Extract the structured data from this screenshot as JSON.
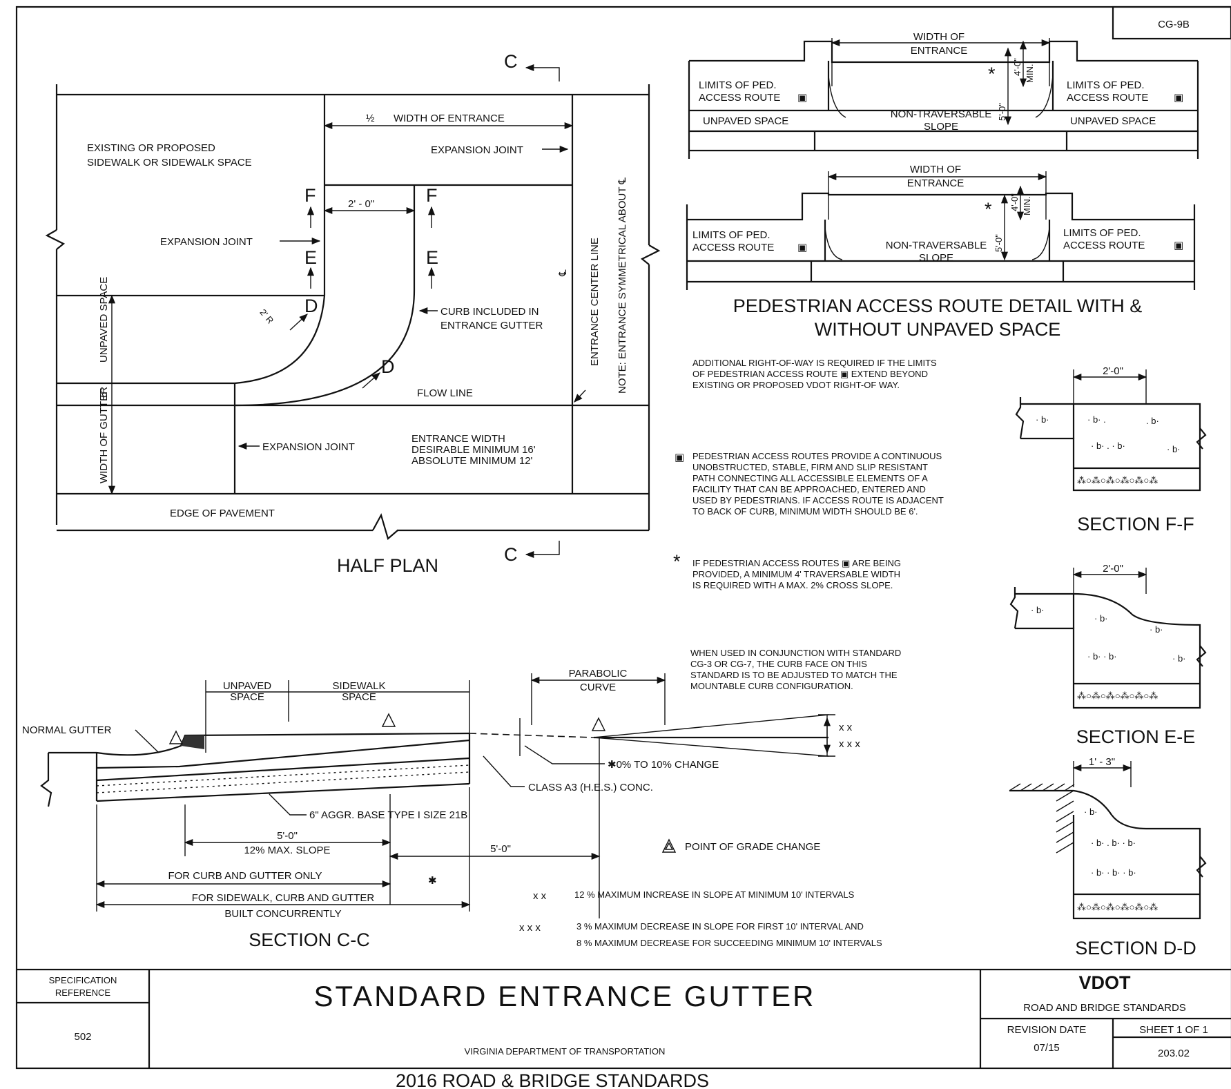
{
  "sheet_code": "CG-9B",
  "half_plan": {
    "title": "HALF PLAN",
    "half_width_label": "½ WIDTH OF ENTRANCE",
    "half_prefix": "½",
    "half_width_text": "WIDTH OF ENTRANCE",
    "existing_sidewalk_1": "EXISTING OR PROPOSED",
    "existing_sidewalk_2": "SIDEWALK OR SIDEWALK SPACE",
    "expansion_joint_top": "EXPANSION JOINT",
    "expansion_joint_mid": "EXPANSION JOINT",
    "expansion_joint_bottom": "EXPANSION JOINT",
    "dim_2ft": "2' - 0\"",
    "radius_label": "2' R",
    "curb_included_1": "CURB INCLUDED IN",
    "curb_included_2": "ENTRANCE GUTTER",
    "flow_line": "FLOW LINE",
    "unpaved_space": "UNPAVED SPACE",
    "six_inch": "6\"",
    "width_of_gutter": "WIDTH OF GUTTER",
    "entrance_width_1": "ENTRANCE WIDTH",
    "entrance_width_2": "DESIRABLE MINIMUM 16'",
    "entrance_width_3": "ABSOLUTE MINIMUM 12'",
    "edge_of_pavement": "EDGE OF PAVEMENT",
    "center_line": "ENTRANCE CENTER LINE",
    "symmetry_note": "NOTE: ENTRANCE SYMMETRICAL ABOUT ℄",
    "cl_symbol": "℄",
    "sec_c": "C",
    "sec_d": "D",
    "sec_e": "E",
    "sec_f": "F"
  },
  "ped_detail": {
    "title_1": "PEDESTRIAN ACCESS ROUTE DETAIL WITH &",
    "title_2": "WITHOUT UNPAVED SPACE",
    "width_1": "WIDTH OF",
    "width_2": "ENTRANCE",
    "limits_1": "LIMITS OF PED.",
    "limits_2": "ACCESS ROUTE",
    "unpaved_space": "UNPAVED SPACE",
    "non_trav_1": "NON-TRAVERSABLE",
    "non_trav_2": "SLOPE",
    "five_ft": "5'-0\"",
    "four_ft": "4'-0\"",
    "min": "MIN."
  },
  "notes": {
    "row_1": "ADDITIONAL RIGHT-OF-WAY IS REQUIRED IF THE LIMITS",
    "row_2": "OF PEDESTRIAN ACCESS ROUTE ▣ EXTEND BEYOND",
    "row_3": "EXISTING OR PROPOSED VDOT RIGHT-OF WAY.",
    "par_1": "PEDESTRIAN ACCESS ROUTES PROVIDE A CONTINUOUS",
    "par_2": "UNOBSTRUCTED, STABLE, FIRM AND SLIP RESISTANT",
    "par_3": "PATH CONNECTING ALL ACCESSIBLE ELEMENTS OF A",
    "par_4": "FACILITY THAT CAN BE APPROACHED, ENTERED AND",
    "par_5": "USED BY PEDESTRIANS. IF ACCESS ROUTE IS ADJACENT",
    "par_6": "TO BACK OF CURB, MINIMUM WIDTH SHOULD BE 6'.",
    "star_1": "IF PEDESTRIAN ACCESS ROUTES ▣ ARE BEING",
    "star_2": "PROVIDED, A MINIMUM 4' TRAVERSABLE WIDTH",
    "star_3": "IS REQUIRED WITH A MAX. 2% CROSS SLOPE.",
    "cg_1": "WHEN USED IN CONJUNCTION WITH STANDARD",
    "cg_2": "CG-3 OR CG-7, THE CURB FACE ON THIS",
    "cg_3": "STANDARD IS TO BE ADJUSTED TO MATCH THE",
    "cg_4": "MOUNTABLE CURB CONFIGURATION.",
    "grade_change": "POINT OF GRADE CHANGE",
    "xx_marker": "x x",
    "xx_text": "12 % MAXIMUM INCREASE IN SLOPE AT MINIMUM 10' INTERVALS",
    "xxx_marker": "x x x",
    "xxx_text_1": "3 % MAXIMUM DECREASE IN SLOPE FOR FIRST  10' INTERVAL AND",
    "xxx_text_2": "8 % MAXIMUM DECREASE FOR SUCCEEDING MINIMUM 10' INTERVALS"
  },
  "section_cc": {
    "title": "SECTION C-C",
    "unpaved_1": "UNPAVED",
    "unpaved_2": "SPACE",
    "sidewalk_1": "SIDEWALK",
    "sidewalk_2": "SPACE",
    "parabolic_1": "PARABOLIC",
    "parabolic_2": "CURVE",
    "normal_gutter": "NORMAL GUTTER",
    "change": "✱0% TO 10% CHANGE",
    "concrete": "CLASS A3 (H.E.S.) CONC.",
    "base": "6\" AGGR. BASE TYPE I SIZE 21B",
    "five_ft": "5'-0\"",
    "max_slope": "12% MAX. SLOPE",
    "five_ft_right": "5'-0\"",
    "curb_gutter_only": "FOR CURB AND GUTTER ONLY",
    "sidewalk_curb_1": "FOR SIDEWALK, CURB AND GUTTER",
    "sidewalk_curb_2": "BUILT CONCURRENTLY",
    "xx": "x x",
    "xxx": "x x x"
  },
  "section_ff": {
    "title": "SECTION F-F",
    "dim": "2'-0\""
  },
  "section_ee": {
    "title": "SECTION E-E",
    "dim": "2'-0\""
  },
  "section_dd": {
    "title": "SECTION D-D",
    "dim": "1' - 3\""
  },
  "title_block": {
    "spec_label_1": "SPECIFICATION",
    "spec_label_2": "REFERENCE",
    "spec_value": "502",
    "title": "STANDARD ENTRANCE GUTTER",
    "agency": "VIRGINIA DEPARTMENT OF TRANSPORTATION",
    "logo": "VDOT",
    "standards": "ROAD AND BRIDGE STANDARDS",
    "revision_label": "REVISION DATE",
    "revision_value": "07/15",
    "sheet": "SHEET 1 OF 1",
    "number": "203.02"
  },
  "footer": "2016 ROAD & BRIDGE STANDARDS"
}
